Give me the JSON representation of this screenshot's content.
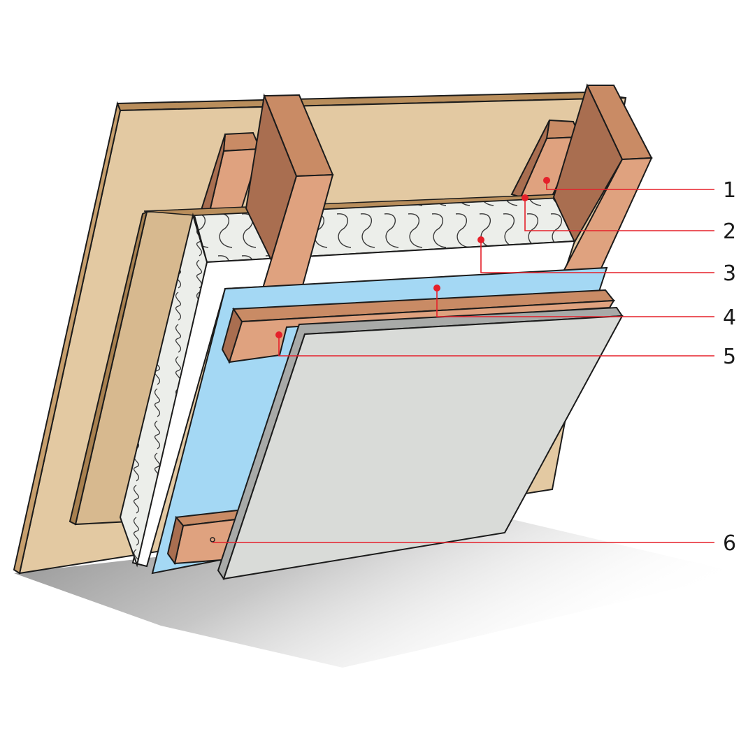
{
  "colors": {
    "board": "#e3c9a2",
    "board_edge": "#b98e5c",
    "inner_board": "#d7b98f",
    "rafter_light": "#dfa27f",
    "rafter_mid": "#c98b65",
    "rafter_dark": "#a96e50",
    "insulation": "#eceeea",
    "membrane": "#a4d8f4",
    "plasterboard": "#d9dbd8",
    "plasterboard_edge": "#a8aaa8",
    "outline": "#1b1b1b",
    "leader": "#e5202a",
    "shadow": "#bfbfbf"
  },
  "callouts": [
    {
      "label": "1"
    },
    {
      "label": "2"
    },
    {
      "label": "3"
    },
    {
      "label": "4"
    },
    {
      "label": "5"
    },
    {
      "label": "6"
    }
  ]
}
